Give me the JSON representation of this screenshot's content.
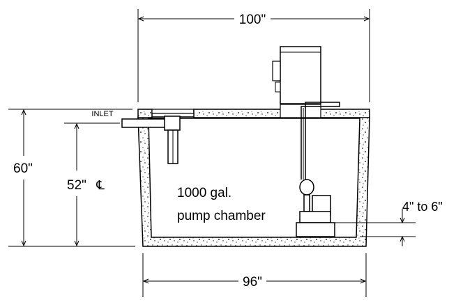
{
  "labels": {
    "top_width": "100\"",
    "bottom_width": "96\"",
    "total_height": "60\"",
    "inlet_height": "52\"",
    "centerline_symbol": "℄",
    "inlet": "INLET",
    "chamber_line1": "1000 gal.",
    "chamber_line2": "pump chamber",
    "pump_clearance": "4\" to 6\""
  }
}
